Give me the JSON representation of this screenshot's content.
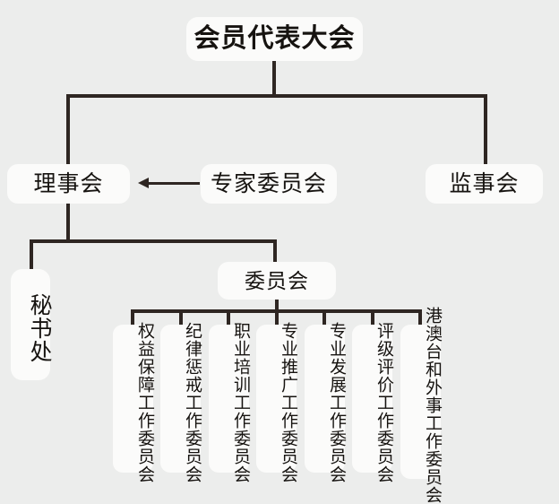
{
  "diagram": {
    "title": "会员代表大会",
    "background_color": "#ecedec",
    "node_color": "#fbfbfa",
    "line_color": "#2e2622",
    "root": {
      "label": "会员代表大会"
    },
    "level2": [
      {
        "label": "理事会"
      },
      {
        "label": "专家委员会"
      },
      {
        "label": "监事会"
      }
    ],
    "level3": [
      {
        "label": "秘书处"
      },
      {
        "label": "委员会"
      }
    ],
    "committees": [
      {
        "label": "权益保障工作委员会"
      },
      {
        "label": "纪律惩戒工作委员会"
      },
      {
        "label": "职业培训工作委员会"
      },
      {
        "label": "专业推广工作委员会"
      },
      {
        "label": "专业发展工作委员会"
      },
      {
        "label": "评级评价工作委员会"
      },
      {
        "label": "港澳台和外事工作委员会"
      }
    ]
  }
}
